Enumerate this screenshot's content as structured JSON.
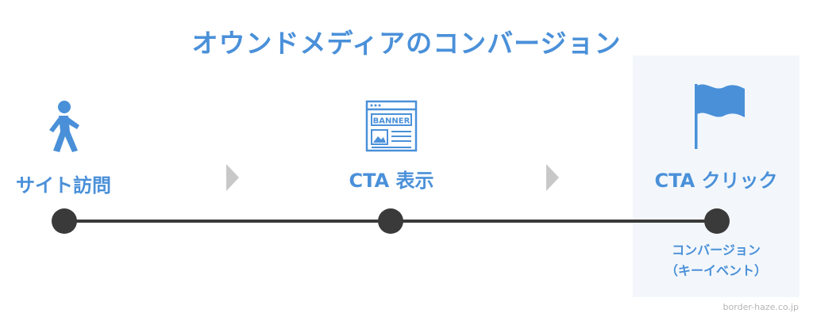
{
  "title": "オウンドメディアのコンバージョン",
  "steps": [
    {
      "label": "サイト訪問",
      "icon": "walking-person-icon"
    },
    {
      "label": "CTA 表示",
      "icon": "banner-webpage-icon",
      "banner_text": "BANNER"
    },
    {
      "label": "CTA クリック",
      "icon": "flag-icon"
    }
  ],
  "conversion_note": {
    "line1": "コンバージョン",
    "line2": "（キーイベント）"
  },
  "site": "border-haze.co.jp",
  "colors": {
    "accent": "#4a90d9",
    "line": "#3a3a3a",
    "arrow": "#c8c8c8",
    "highlight": "#f3f7fb"
  }
}
